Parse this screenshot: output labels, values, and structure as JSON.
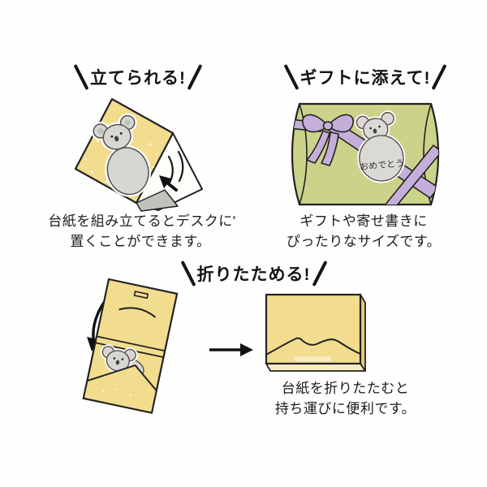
{
  "background": "#ffffff",
  "colors": {
    "ink": "#1a1a1a",
    "card_yellow": "#f2dc8e",
    "card_yellow_light": "#f7ecc2",
    "card_yellow_dark": "#e6cb78",
    "box_green": "#cbd38a",
    "ribbon_purple": "#c6aeda",
    "koala_gray": "#d8d6d2",
    "shadow_gray": "#c3c1bd"
  },
  "features": {
    "stand": {
      "title": "立てられる!",
      "caption_line1": "台紙を組み立てるとデスクに",
      "caption_line2": "置くことができます。"
    },
    "gift": {
      "title": "ギフトに添えて!",
      "caption_line1": "ギフトや寄せ書きに",
      "caption_line2": "ぴったりなサイズです。",
      "koala_message": "おめでとう"
    },
    "fold": {
      "title": "折りたためる!",
      "caption_line1": "台紙を折りたたむと",
      "caption_line2": "持ち運びに便利です。"
    }
  }
}
